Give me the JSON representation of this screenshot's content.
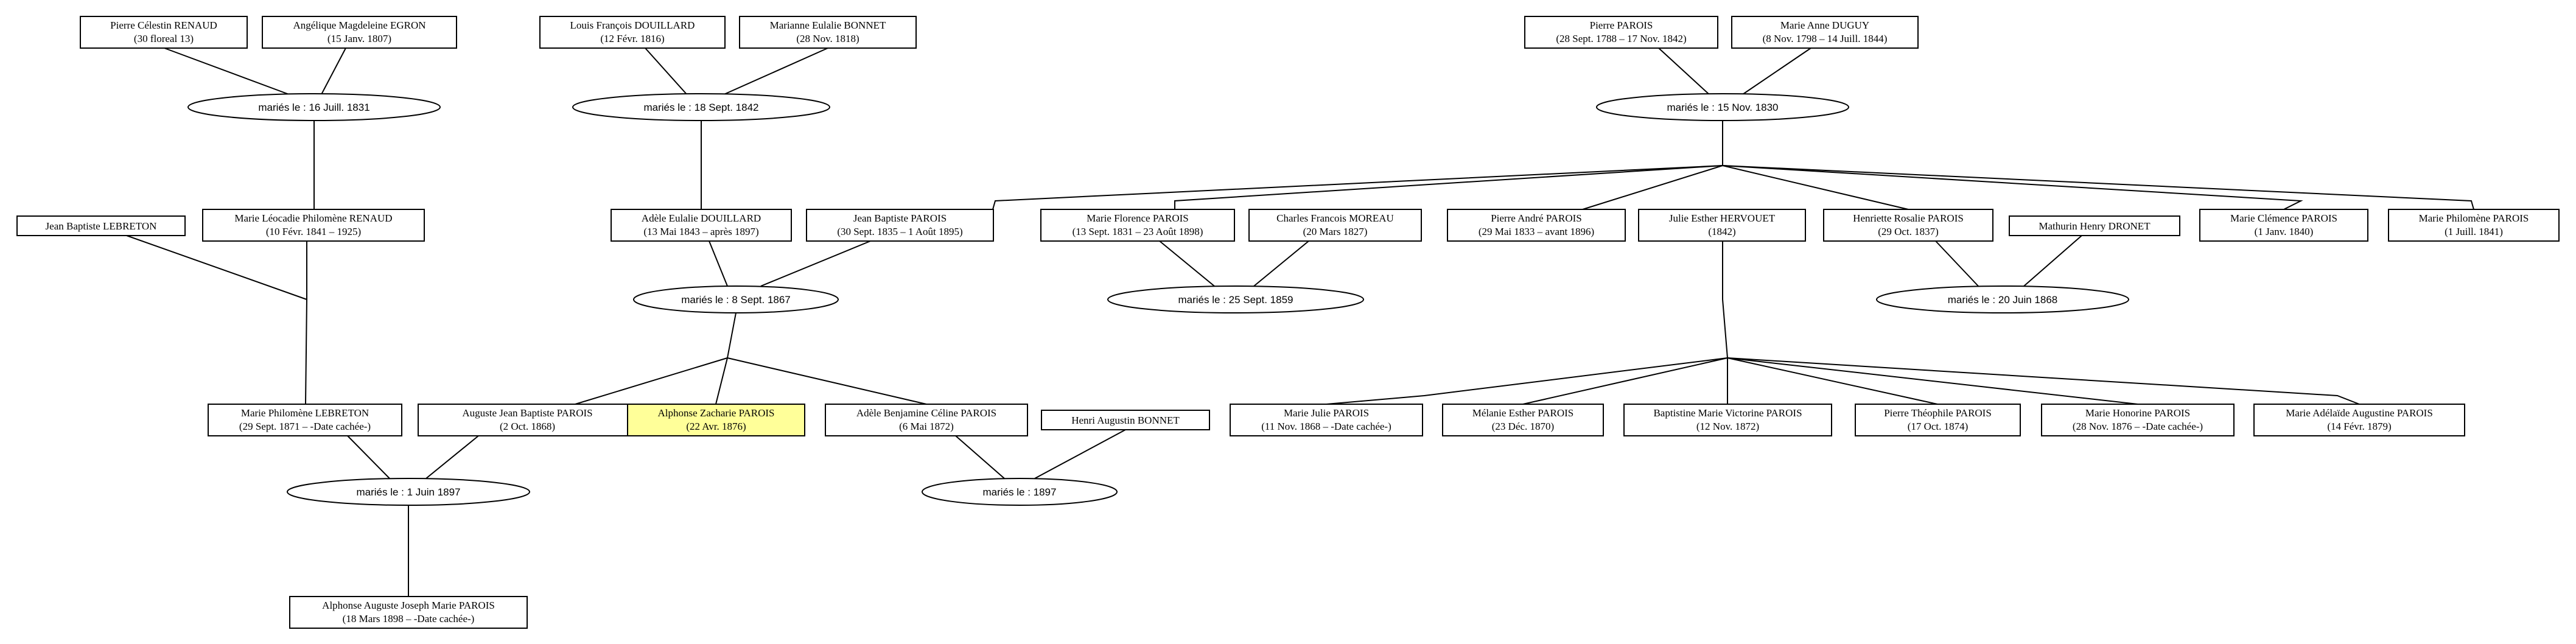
{
  "colors": {
    "highlight": "#ffff99",
    "line": "#000000",
    "background": "#ffffff"
  },
  "persons": {
    "p1": {
      "name": "Pierre Célestin RENAUD",
      "dates": "(30 floreal 13)"
    },
    "p2": {
      "name": "Angélique Magdeleine EGRON",
      "dates": "(15 Janv. 1807)"
    },
    "p3": {
      "name": "Louis François DOUILLARD",
      "dates": "(12 Févr. 1816)"
    },
    "p4": {
      "name": "Marianne Eulalie BONNET",
      "dates": "(28 Nov. 1818)"
    },
    "p5": {
      "name": "Pierre PAROIS",
      "dates": "(28 Sept. 1788 – 17 Nov. 1842)"
    },
    "p6": {
      "name": "Marie Anne DUGUY",
      "dates": "(8 Nov. 1798 – 14 Juill. 1844)"
    },
    "p7": {
      "name": "Jean Baptiste LEBRETON",
      "dates": ""
    },
    "p8": {
      "name": "Marie Léocadie Philomène RENAUD",
      "dates": "(10 Févr. 1841 – 1925)"
    },
    "p9": {
      "name": "Adèle Eulalie DOUILLARD",
      "dates": "(13 Mai 1843 – après 1897)"
    },
    "p10": {
      "name": "Jean Baptiste PAROIS",
      "dates": "(30 Sept. 1835 – 1 Août 1895)"
    },
    "p11": {
      "name": "Marie Florence PAROIS",
      "dates": "(13 Sept. 1831 – 23 Août 1898)"
    },
    "p12": {
      "name": "Charles Francois MOREAU",
      "dates": "(20 Mars 1827)"
    },
    "p13": {
      "name": "Pierre André PAROIS",
      "dates": "(29 Mai 1833 – avant 1896)"
    },
    "p14": {
      "name": "Julie Esther HERVOUET",
      "dates": "(1842)"
    },
    "p15": {
      "name": "Henriette Rosalie PAROIS",
      "dates": "(29 Oct. 1837)"
    },
    "p16": {
      "name": "Mathurin Henry DRONET",
      "dates": ""
    },
    "p17": {
      "name": "Marie Clémence PAROIS",
      "dates": "(1 Janv. 1840)"
    },
    "p18": {
      "name": "Marie Philomène PAROIS",
      "dates": "(1 Juill. 1841)"
    },
    "p19": {
      "name": "Marie Philomène LEBRETON",
      "dates": "(29 Sept. 1871 – -Date cachée-)"
    },
    "p20": {
      "name": "Auguste Jean Baptiste PAROIS",
      "dates": "(2 Oct. 1868)"
    },
    "p21": {
      "name": "Alphonse Zacharie PAROIS",
      "dates": "(22 Avr. 1876)"
    },
    "p22": {
      "name": "Adèle Benjamine Céline PAROIS",
      "dates": "(6 Mai 1872)"
    },
    "p23": {
      "name": "Henri Augustin BONNET",
      "dates": ""
    },
    "p24": {
      "name": "Marie Julie PAROIS",
      "dates": "(11 Nov. 1868 – -Date cachée-)"
    },
    "p25": {
      "name": "Mélanie Esther PAROIS",
      "dates": "(23 Déc. 1870)"
    },
    "p26": {
      "name": "Baptistine Marie Victorine PAROIS",
      "dates": "(12 Nov. 1872)"
    },
    "p27": {
      "name": "Pierre Théophile PAROIS",
      "dates": "(17 Oct. 1874)"
    },
    "p28": {
      "name": "Marie Honorine PAROIS",
      "dates": "(28 Nov. 1876 – -Date cachée-)"
    },
    "p29": {
      "name": "Marie Adélaïde Augustine PAROIS",
      "dates": "(14 Févr. 1879)"
    },
    "p30": {
      "name": "Alphonse Auguste Joseph Marie PAROIS",
      "dates": "(18 Mars 1898 – -Date cachée-)"
    }
  },
  "marriages": {
    "m1": {
      "label": "mariés le : 16 Juill. 1831"
    },
    "m2": {
      "label": "mariés le : 18 Sept. 1842"
    },
    "m3": {
      "label": "mariés le : 15 Nov. 1830"
    },
    "m4": {
      "label": "mariés le : 8 Sept. 1867"
    },
    "m5": {
      "label": "mariés le : 25 Sept. 1859"
    },
    "m6": {
      "label": "mariés le : 20 Juin 1868"
    },
    "m7": {
      "label": "mariés le : 1 Juin 1897"
    },
    "m8": {
      "label": "mariés le : 1897"
    }
  },
  "root_person": "p21"
}
